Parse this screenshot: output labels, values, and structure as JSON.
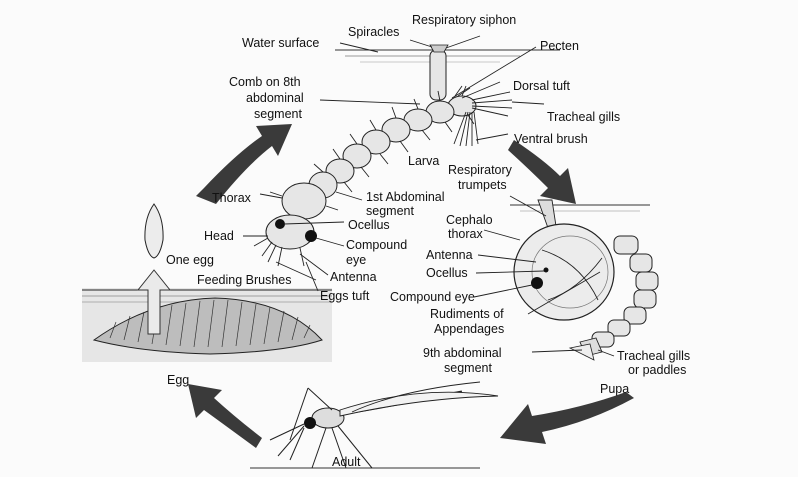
{
  "labels": {
    "water_surface": "Water surface",
    "spiracles": "Spiracles",
    "respiratory_siphon": "Respiratory siphon",
    "pecten": "Pecten",
    "comb_line1": "Comb on 8th",
    "comb_line2": "abdominal",
    "comb_line3": "segment",
    "dorsal_tuft": "Dorsal tuft",
    "tracheal_gills": "Tracheal gills",
    "ventral_brush": "Ventral brush",
    "larva": "Larva",
    "resp_trumpets_line1": "Respiratory",
    "resp_trumpets_line2": "trumpets",
    "thorax": "Thorax",
    "first_abd_line1": "1st Abdominal",
    "first_abd_line2": "segment",
    "ocellus_larva": "Ocellus",
    "head": "Head",
    "compound_eye_line1": "Compound",
    "compound_eye_line2": "eye",
    "one_egg": "One egg",
    "antenna_larva": "Antenna",
    "feeding_brushes": "Feeding Brushes",
    "eggs_tuft": "Eggs tuft",
    "cephalo_line1": "Cephalo",
    "cephalo_line2": "thorax",
    "antenna_pupa": "Antenna",
    "ocellus_pupa": "Ocellus",
    "compound_eye_pupa": "Compound eye",
    "rudiments_line1": "Rudiments of",
    "rudiments_line2": "Appendages",
    "ninth_abd_line1": "9th abdominal",
    "ninth_abd_line2": "segment",
    "tracheal_paddles_line1": "Tracheal gills",
    "tracheal_paddles_line2": "or paddles",
    "egg": "Egg",
    "pupa": "Pupa",
    "adult": "Adult"
  }
}
